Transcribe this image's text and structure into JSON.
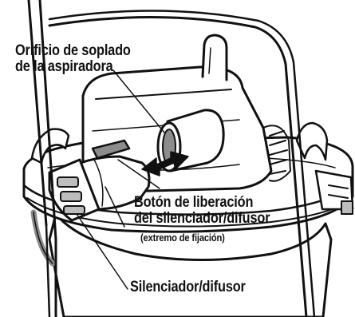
{
  "labels": {
    "blower_port": [
      "Orificio de soplado",
      "de la aspiradora"
    ],
    "release_button": [
      "Botón de liberación",
      "del silenciador/difusor"
    ],
    "attach_end": "(extremo de fijación)",
    "silencer": "Silenciador/difusor"
  },
  "colors": {
    "ink": "#111111",
    "paper": "#ffffff",
    "shade": "#bdbdbd",
    "mid": "#8c8c8c"
  },
  "icons": {
    "direction_arrow": "double-headed-arrow-icon"
  }
}
